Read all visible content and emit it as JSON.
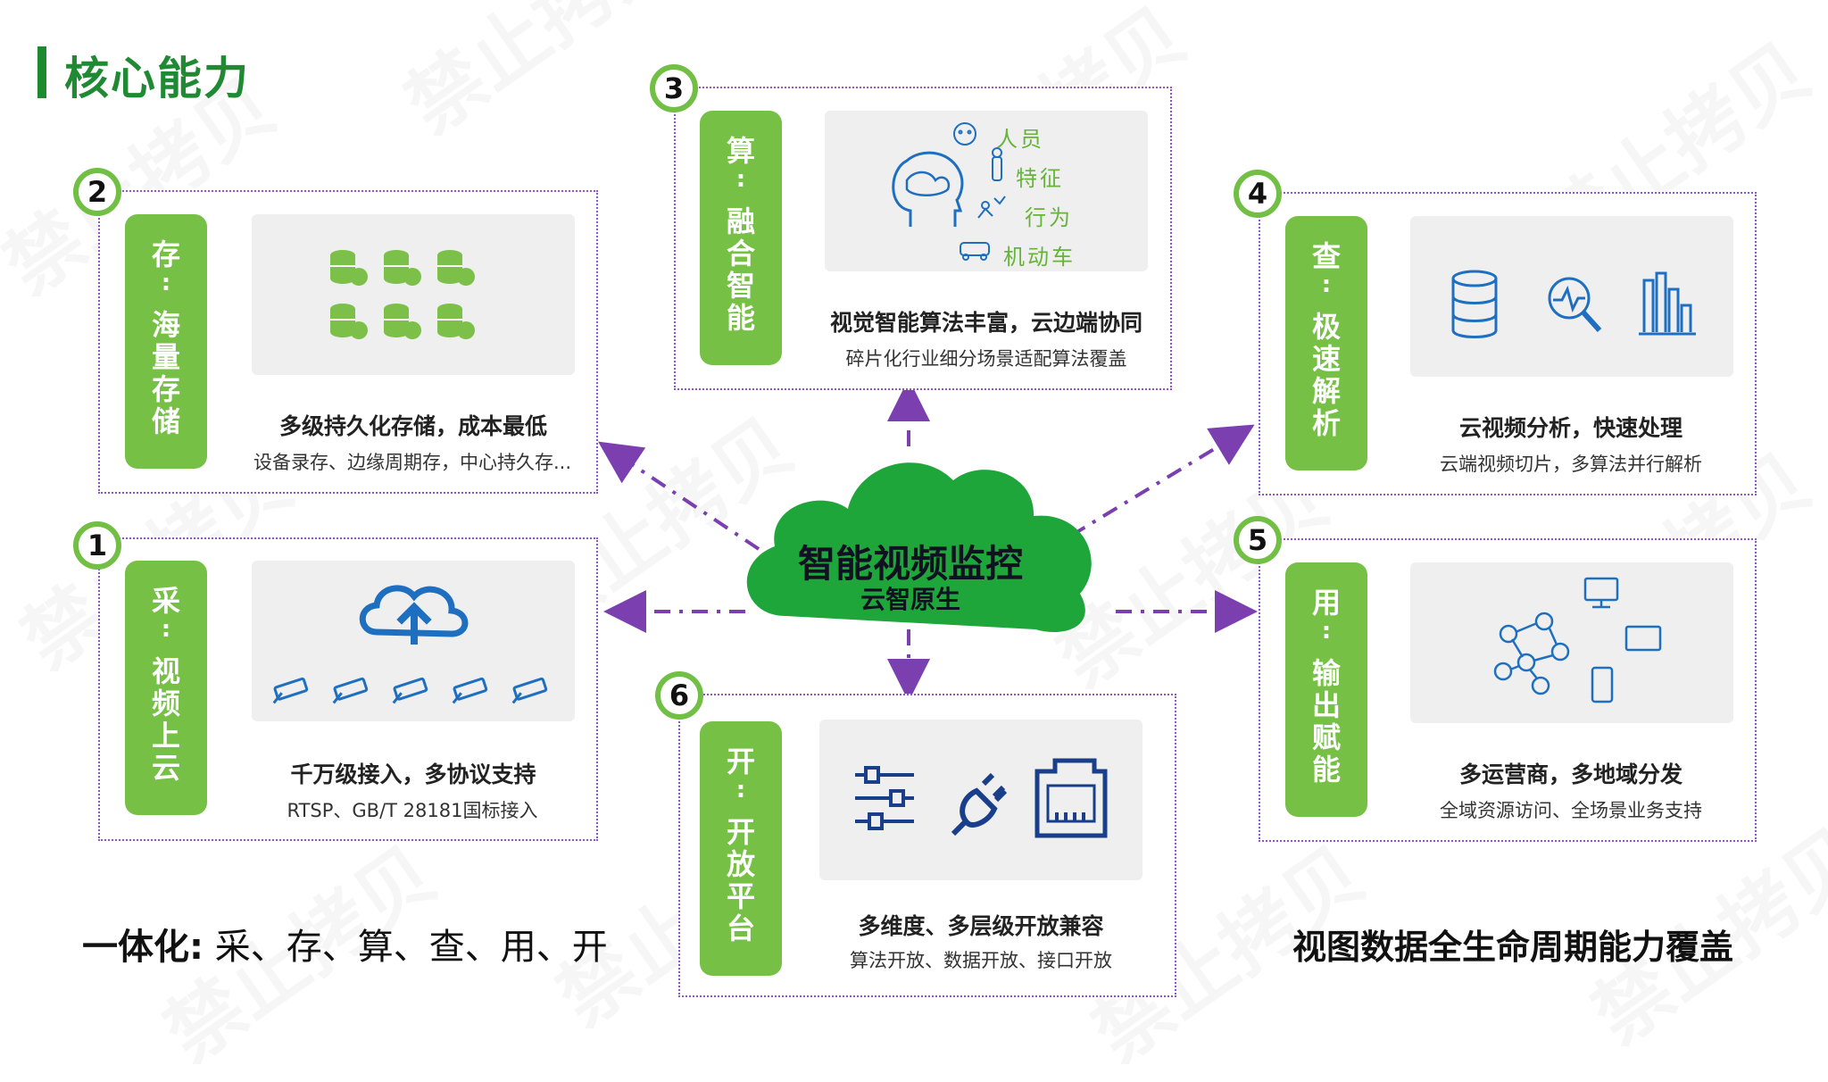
{
  "page": {
    "title": "核心能力"
  },
  "watermark": "禁止拷贝",
  "center": {
    "title": "智能视频监控",
    "subtitle": "云智原生"
  },
  "cards": {
    "c1": {
      "num": "1",
      "key": "采",
      "colon": ":",
      "value": [
        "视",
        "频",
        "上",
        "云"
      ],
      "heading": "千万级接入，多协议支持",
      "sub": "RTSP、GB/T 28181国标接入"
    },
    "c2": {
      "num": "2",
      "key": "存",
      "colon": ":",
      "value": [
        "海",
        "量",
        "存",
        "储"
      ],
      "heading": "多级持久化存储，成本最低",
      "sub": "设备录存、边缘周期存，中心持久存..."
    },
    "c3": {
      "num": "3",
      "key": "算",
      "colon": ":",
      "value": [
        "融",
        "合",
        "智",
        "能"
      ],
      "heading": "视觉智能算法丰富，云边端协同",
      "sub": "碎片化行业细分场景适配算法覆盖",
      "labels": [
        "人员",
        "特征",
        "行为",
        "机动车"
      ]
    },
    "c4": {
      "num": "4",
      "key": "查",
      "colon": ":",
      "value": [
        "极",
        "速",
        "解",
        "析"
      ],
      "heading": "云视频分析，快速处理",
      "sub": "云端视频切片，多算法并行解析"
    },
    "c5": {
      "num": "5",
      "key": "用",
      "colon": ":",
      "value": [
        "输",
        "出",
        "赋",
        "能"
      ],
      "heading": "多运营商，多地域分发",
      "sub": "全域资源访问、全场景业务支持"
    },
    "c6": {
      "num": "6",
      "key": "开",
      "colon": ":",
      "value": [
        "开",
        "放",
        "平",
        "台"
      ],
      "heading": "多维度、多层级开放兼容",
      "sub": "算法开放、数据开放、接口开放"
    }
  },
  "footer": {
    "left_bold": "一体化:",
    "left_rest": " 采、存、算、查、用、开",
    "right": "视图数据全生命周期能力覆盖"
  },
  "colors": {
    "green": "#76c045",
    "dark_green": "#1f8a33",
    "blue": "#1f5fa8",
    "purple_dots": "#8e55c7"
  }
}
